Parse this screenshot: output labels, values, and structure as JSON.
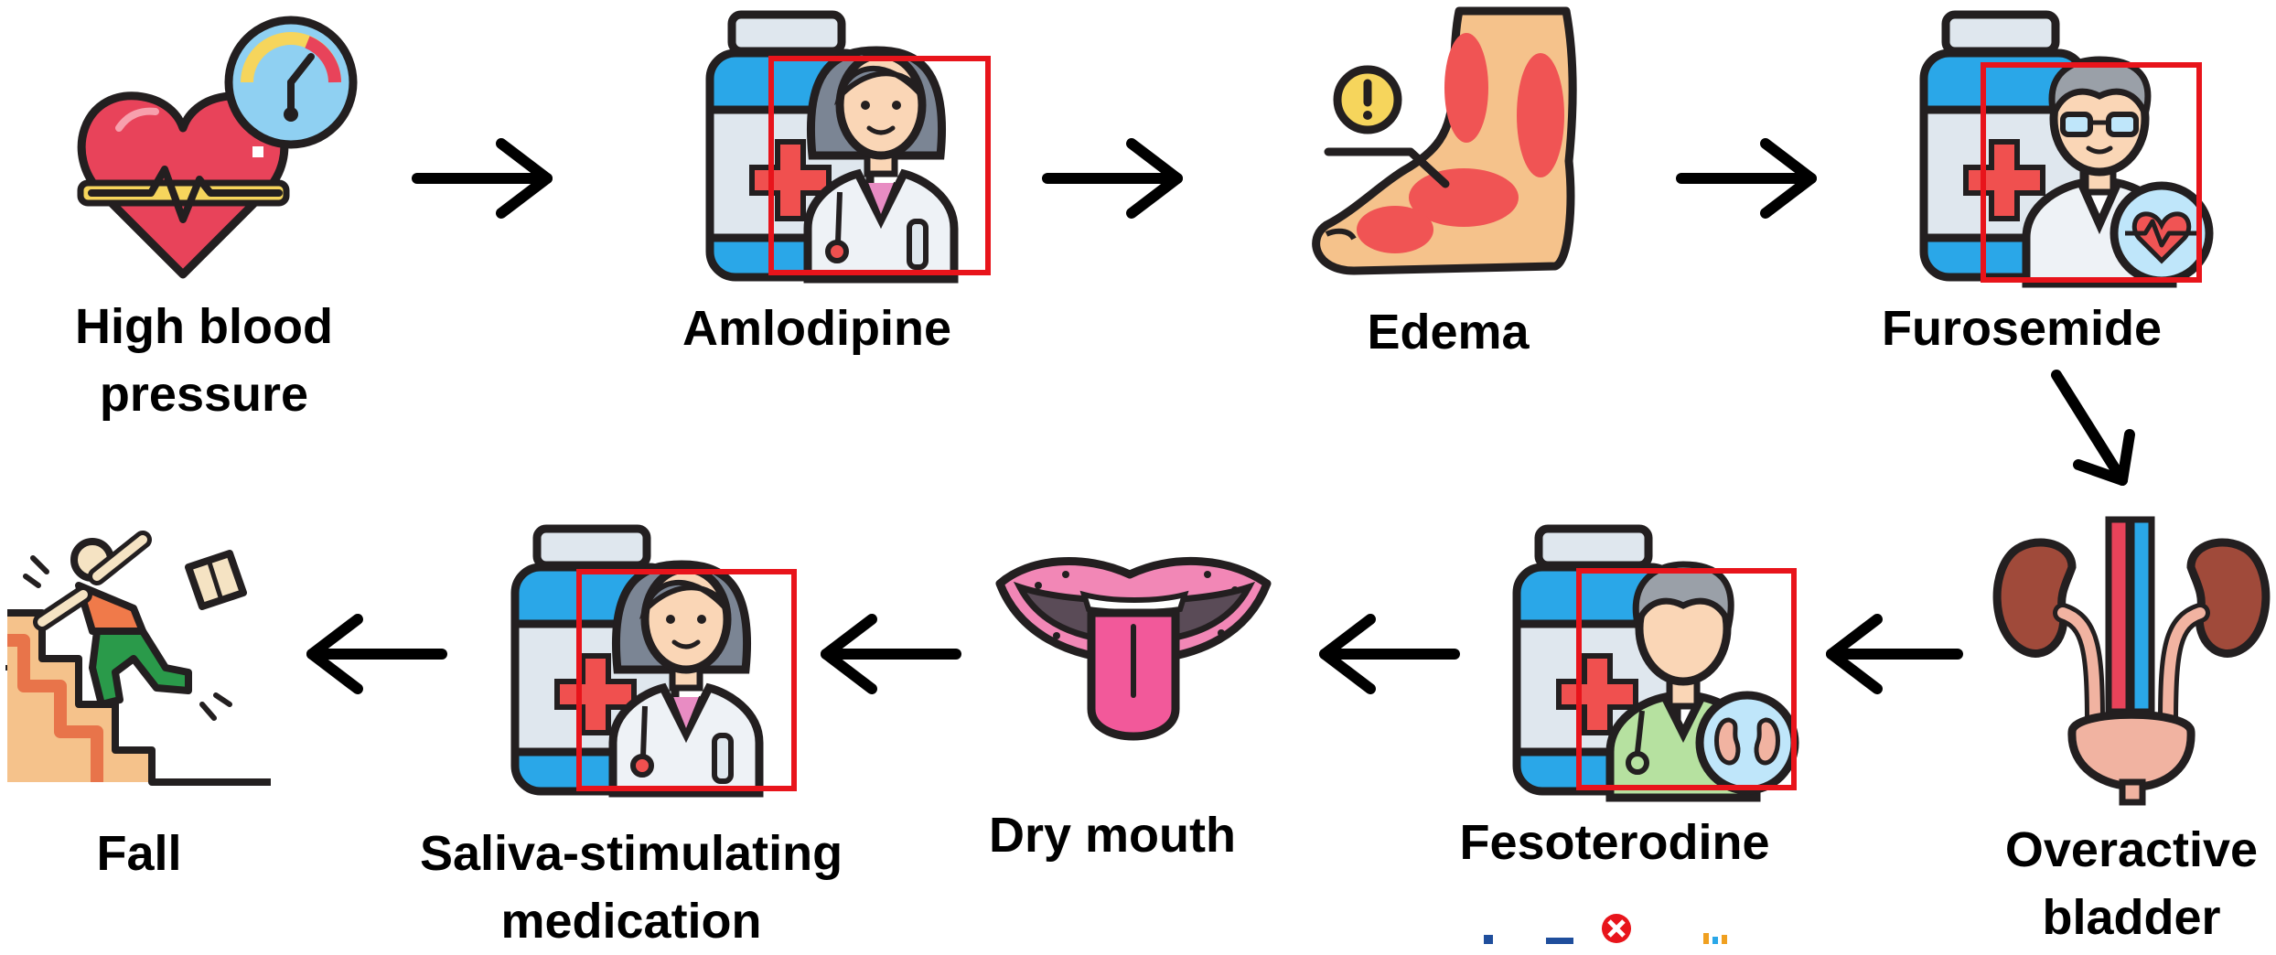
{
  "nodes": {
    "high_blood_pressure": {
      "label_line1": "High blood",
      "label_line2": "pressure",
      "icon": "heart-gauge-icon"
    },
    "amlodipine": {
      "label": "Amlodipine",
      "icon": "medicine-bottle-female-doctor-icon"
    },
    "edema": {
      "label": "Edema",
      "icon": "swollen-foot-icon"
    },
    "furosemide": {
      "label": "Furosemide",
      "icon": "medicine-bottle-male-doctor-icon"
    },
    "overactive_bladder": {
      "label_line1": "Overactive",
      "label_line2": "bladder",
      "icon": "urinary-system-icon"
    },
    "fesoterodine": {
      "label": "Fesoterodine",
      "icon": "medicine-bottle-urologist-icon"
    },
    "dry_mouth": {
      "label": "Dry mouth",
      "icon": "dry-mouth-tongue-icon"
    },
    "saliva_stimulating": {
      "label_line1": "Saliva-stimulating",
      "label_line2": "medication",
      "icon": "medicine-bottle-female-doctor-icon"
    },
    "fall": {
      "label": "Fall",
      "icon": "falling-on-stairs-icon"
    }
  },
  "flow": [
    "high_blood_pressure",
    "amlodipine",
    "edema",
    "furosemide",
    "overactive_bladder",
    "fesoterodine",
    "dry_mouth",
    "saliva_stimulating",
    "fall"
  ],
  "colors": {
    "outline": "#231f20",
    "highlight_box": "#e8141b",
    "bottle_blue": "#2aa7e8",
    "bottle_label": "#dfe7ee",
    "cross_red": "#f0504f",
    "heart_red": "#e8435a",
    "skin": "#f5c28b",
    "edema_red": "#f05454",
    "kidney_brown": "#a04a3a",
    "tongue_pink": "#f2599a"
  }
}
